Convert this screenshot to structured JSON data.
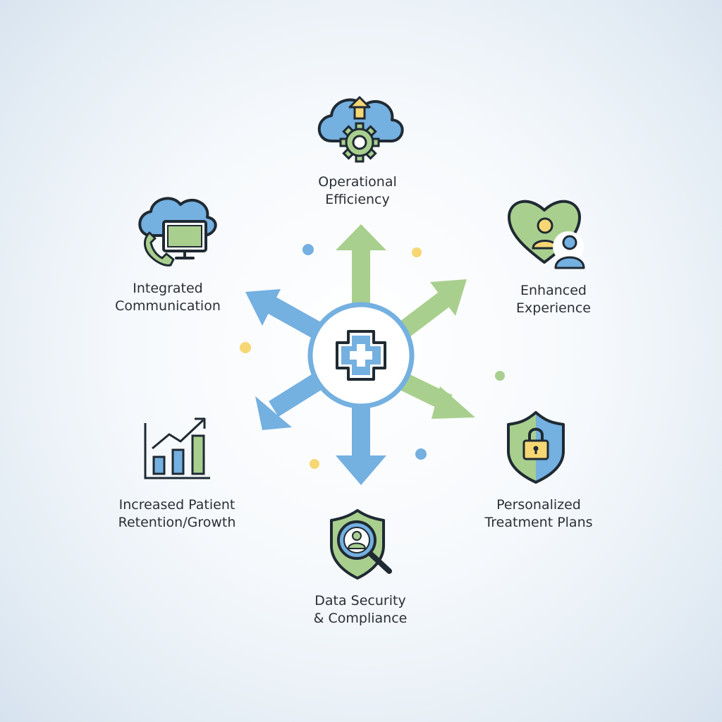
{
  "colors": {
    "blue": "#74b0e0",
    "blue_dark": "#5a9bd0",
    "green": "#a9cf8e",
    "yellow": "#f7d774",
    "outline": "#1f2a33",
    "text": "#2a2f35"
  },
  "hub": {
    "icon": "medical-cross-icon"
  },
  "nodes": {
    "operational": {
      "icon": "cloud-gear-upload-icon",
      "label_line1": "Operational",
      "label_line2": "Efficiency"
    },
    "experience": {
      "icon": "heart-users-icon",
      "label_line1": "Enhanced",
      "label_line2": "Experience"
    },
    "personalized": {
      "icon": "shield-lock-icon",
      "label_line1": "Personalized",
      "label_line2": "Treatment Plans"
    },
    "security": {
      "icon": "shield-search-user-icon",
      "label_line1": "Data Security",
      "label_line2": "& Compliance"
    },
    "retention": {
      "icon": "growth-chart-icon",
      "label_line1": "Increased Patient",
      "label_line2": "Retention/Growth"
    },
    "communication": {
      "icon": "cloud-monitor-phone-icon",
      "label_line1": "Integrated",
      "label_line2": "Communication"
    }
  }
}
